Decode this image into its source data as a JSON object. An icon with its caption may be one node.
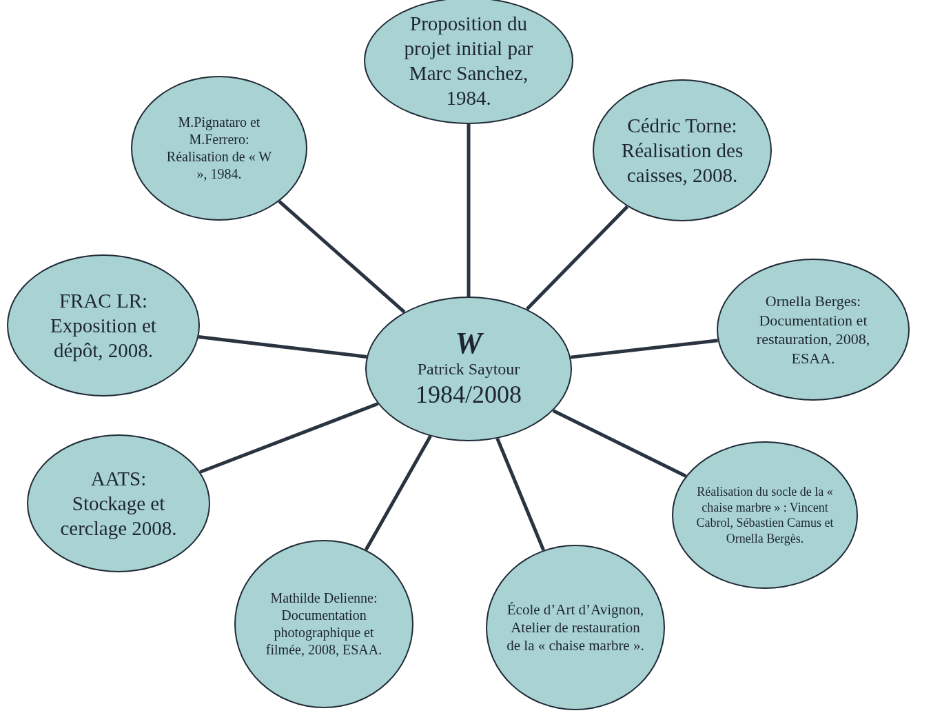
{
  "diagram": {
    "nodes": [
      {
        "text": [
          "W",
          "Patrick Saytour",
          "1984/2008"
        ]
      },
      {
        "text": [
          "Proposition du projet initial par Marc Sanchez, 1984."
        ]
      },
      {
        "text": [
          "M.Pignataro et M.Ferrero: Réalisation de « W », 1984."
        ]
      },
      {
        "text": [
          "Cédric Torne: Réalisation des caisses, 2008."
        ]
      },
      {
        "text": [
          "FRAC LR: Exposition et dépôt, 2008."
        ]
      },
      {
        "text": [
          "Ornella Berges: Documentation et restauration, 2008, ESAA."
        ]
      },
      {
        "text": [
          "AATS: Stockage et cerclage 2008."
        ]
      },
      {
        "text": [
          "Réalisation du socle de la « chaise marbre » : Vincent Cabrol, Sébastien Camus et Ornella Bergès."
        ]
      },
      {
        "text": [
          "Mathilde Delienne: Documentation photographique et filmée, 2008, ESAA."
        ]
      },
      {
        "text": [
          "École d’Art d’Avignon, Atelier de restauration de la « chaise marbre »."
        ]
      }
    ],
    "edges": [
      {
        "from": 0,
        "to": 1,
        "arrow": "none"
      },
      {
        "from": 0,
        "to": 2,
        "arrow": "none"
      },
      {
        "from": 0,
        "to": 3,
        "arrow": "none"
      },
      {
        "from": 0,
        "to": 4,
        "arrow": "none"
      },
      {
        "from": 0,
        "to": 5,
        "arrow": "none"
      },
      {
        "from": 0,
        "to": 6,
        "arrow": "none"
      },
      {
        "from": 0,
        "to": 7,
        "arrow": "none"
      },
      {
        "from": 0,
        "to": 8,
        "arrow": "none"
      },
      {
        "from": 0,
        "to": 9,
        "arrow": "none"
      }
    ]
  }
}
